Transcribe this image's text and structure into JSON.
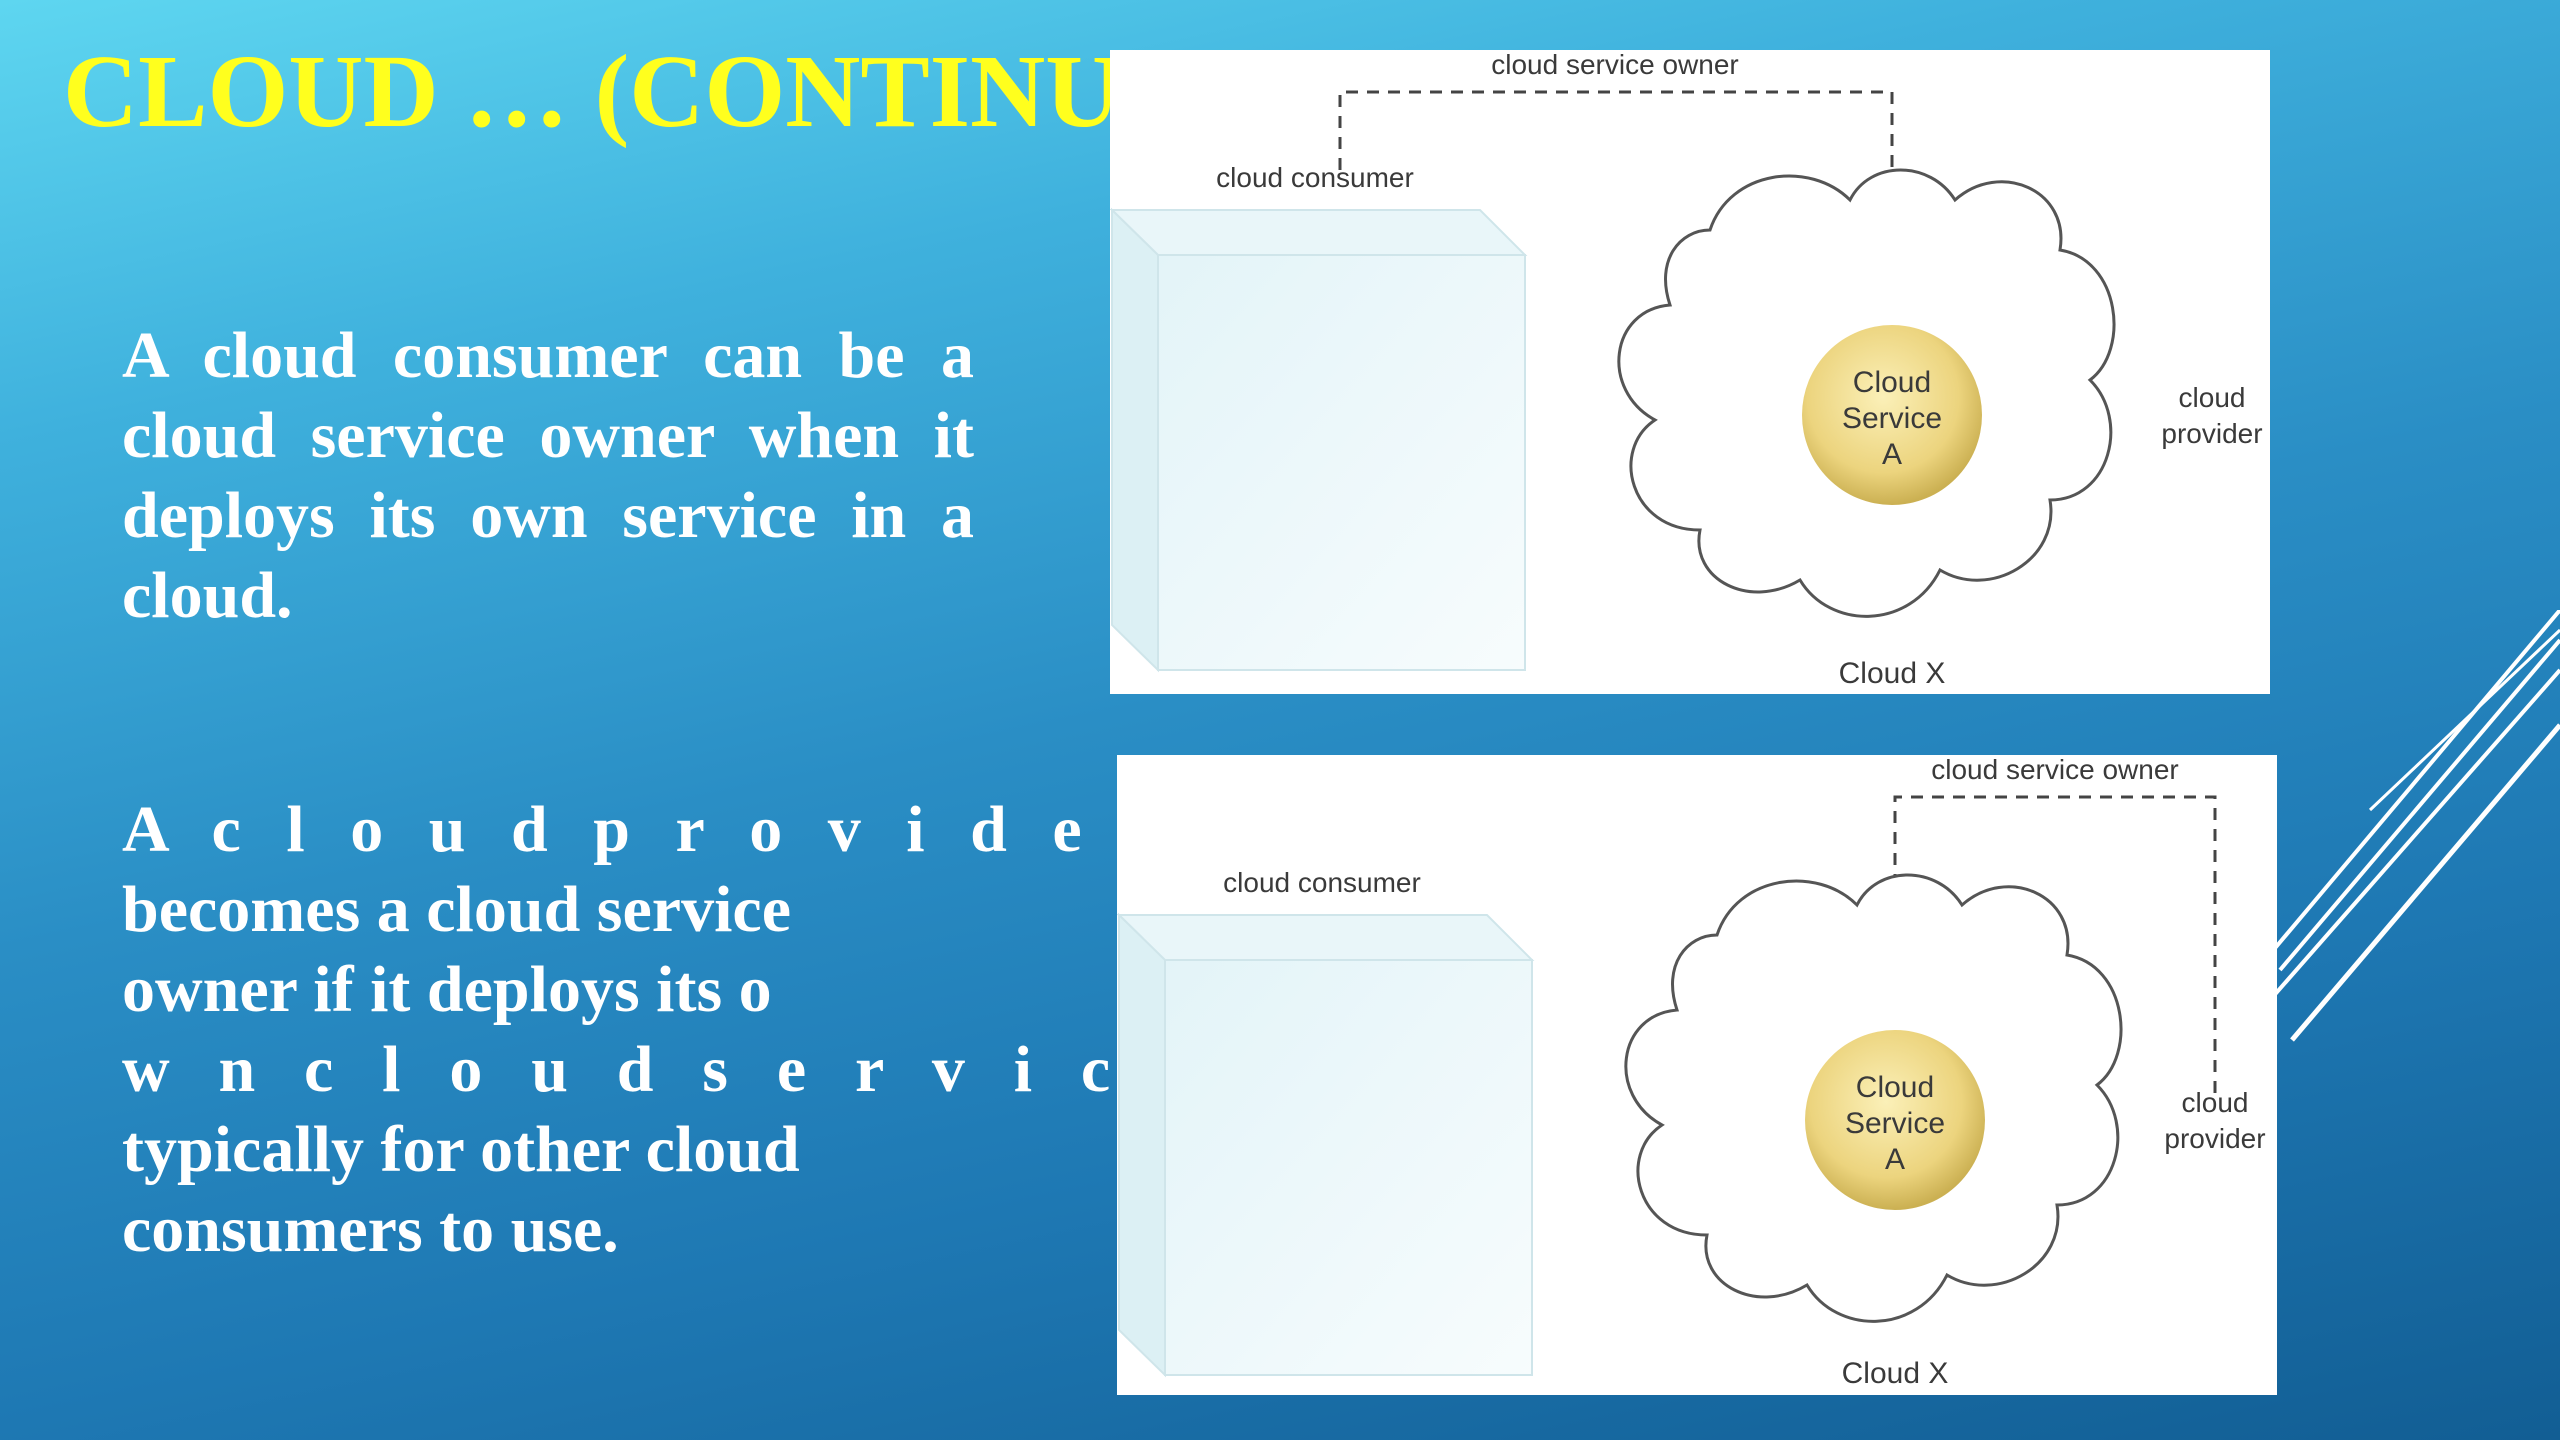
{
  "slide": {
    "title": "CLOUD … (CONTINUE)",
    "paragraph1": "A cloud consumer can be a cloud service owner when it deploys its own service in a cloud.",
    "paragraph2_lines": [
      "A c l o u d p r o v i d e r",
      "becomes a cloud service",
      "owner if it deploys its  o",
      "w n  c l o u d  s e r v i c e ,",
      "typically for other cloud",
      "consumers to use."
    ]
  },
  "diagram_top": {
    "owner_label": "cloud service owner",
    "consumer_label": "cloud consumer",
    "service_line1": "Cloud",
    "service_line2": "Service",
    "service_line3": "A",
    "provider_line1": "cloud",
    "provider_line2": "provider",
    "cloud_name": "Cloud X"
  },
  "diagram_bottom": {
    "owner_label": "cloud service owner",
    "consumer_label": "cloud consumer",
    "service_line1": "Cloud",
    "service_line2": "Service",
    "service_line3": "A",
    "provider_line1": "cloud",
    "provider_line2": "provider",
    "cloud_name": "Cloud X"
  },
  "colors": {
    "title": "#ffff1e",
    "text": "#ffffff",
    "background_top": "#5ed6f0",
    "background_bottom": "#125e94",
    "service_fill": "#e9d27a"
  }
}
